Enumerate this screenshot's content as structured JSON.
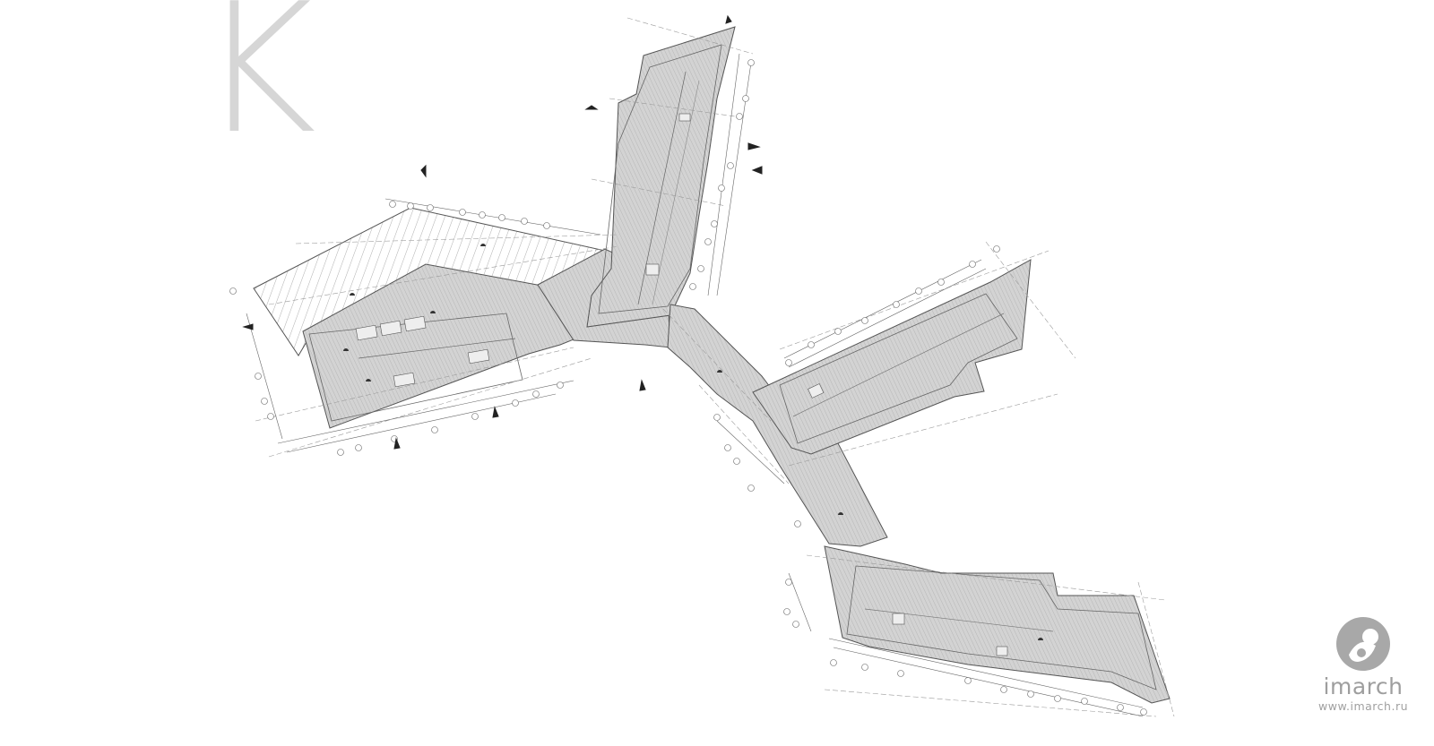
{
  "drawing": {
    "sheet_letter": "K",
    "description_kind": "roof-plan",
    "colors": {
      "roof_fill": "#d2d2d2",
      "roof_fill_dark": "#c4c4c4",
      "line": "#555555",
      "axis": "#8a8a8a",
      "hatch": "#9a9a9a",
      "letter": "#d6d6d6",
      "brand": "#a0a0a0"
    }
  },
  "brand": {
    "name": "imarch",
    "url": "www.imarch.ru",
    "logo_icon": "imarch-logo-icon"
  }
}
